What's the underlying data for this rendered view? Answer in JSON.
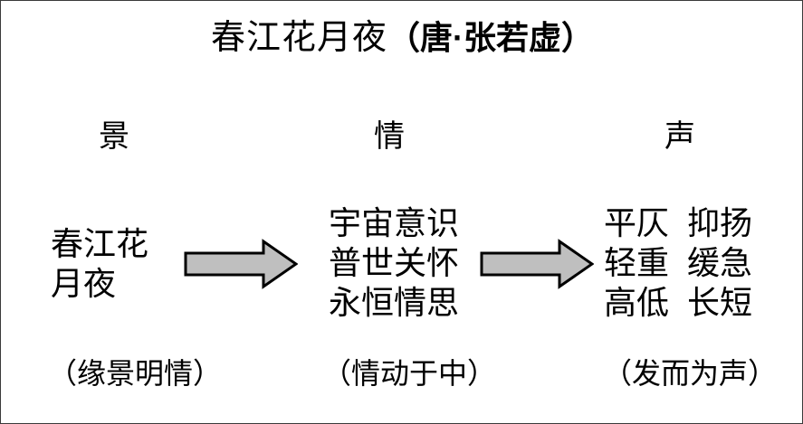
{
  "title": {
    "poem": "春江花月夜",
    "author": "（唐·张若虚）"
  },
  "columns": [
    {
      "header": "景",
      "lines": [
        "春江花",
        "月夜"
      ],
      "caption": "（缘景明情）"
    },
    {
      "header": "情",
      "lines": [
        "宇宙意识",
        "普世关怀",
        "永恒情思"
      ],
      "caption": "（情动于中）"
    },
    {
      "header": "声",
      "lines_left": [
        "平仄",
        "轻重",
        "高低"
      ],
      "lines_right": [
        "抑扬",
        "缓急",
        "长短"
      ],
      "caption": "（发而为声）"
    }
  ],
  "arrows": [
    {
      "name": "arrow-scene-to-emotion",
      "direction": "right"
    },
    {
      "name": "arrow-emotion-to-sound",
      "direction": "right"
    }
  ],
  "colors": {
    "arrow_fill": "#BFBFBF",
    "arrow_stroke": "#000000",
    "text": "#000000",
    "background": "#FFFFFF",
    "border": "#3A3A3A"
  }
}
